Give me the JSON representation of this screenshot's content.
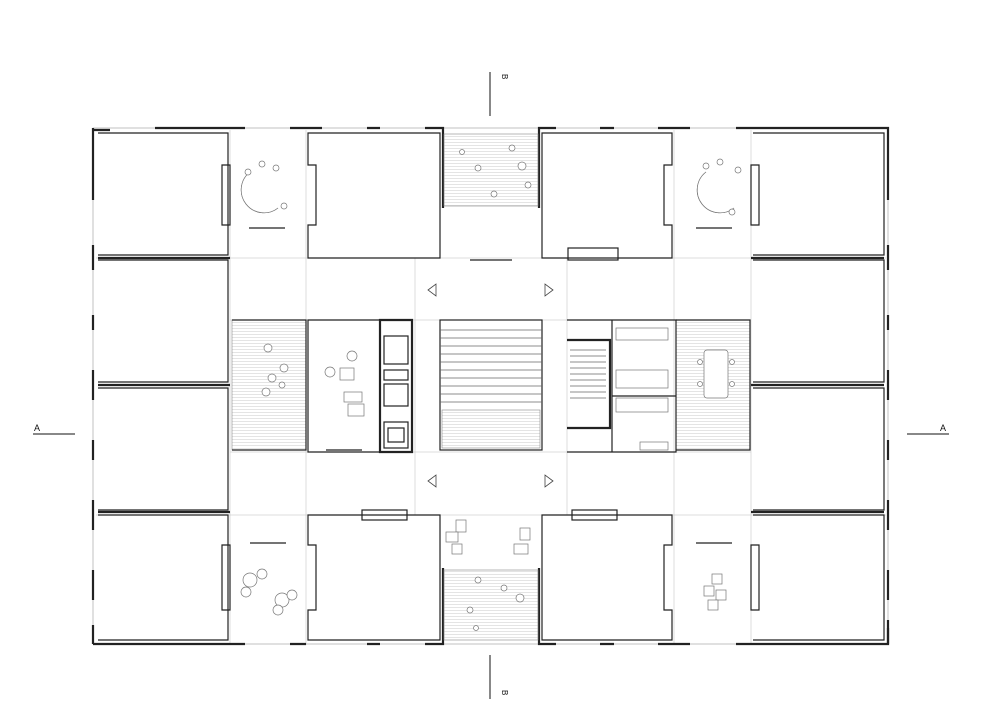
{
  "plan": {
    "section_a_left_label": "A",
    "section_a_right_label": "A",
    "section_b_top_label": "B",
    "section_b_bottom_label": "B"
  }
}
